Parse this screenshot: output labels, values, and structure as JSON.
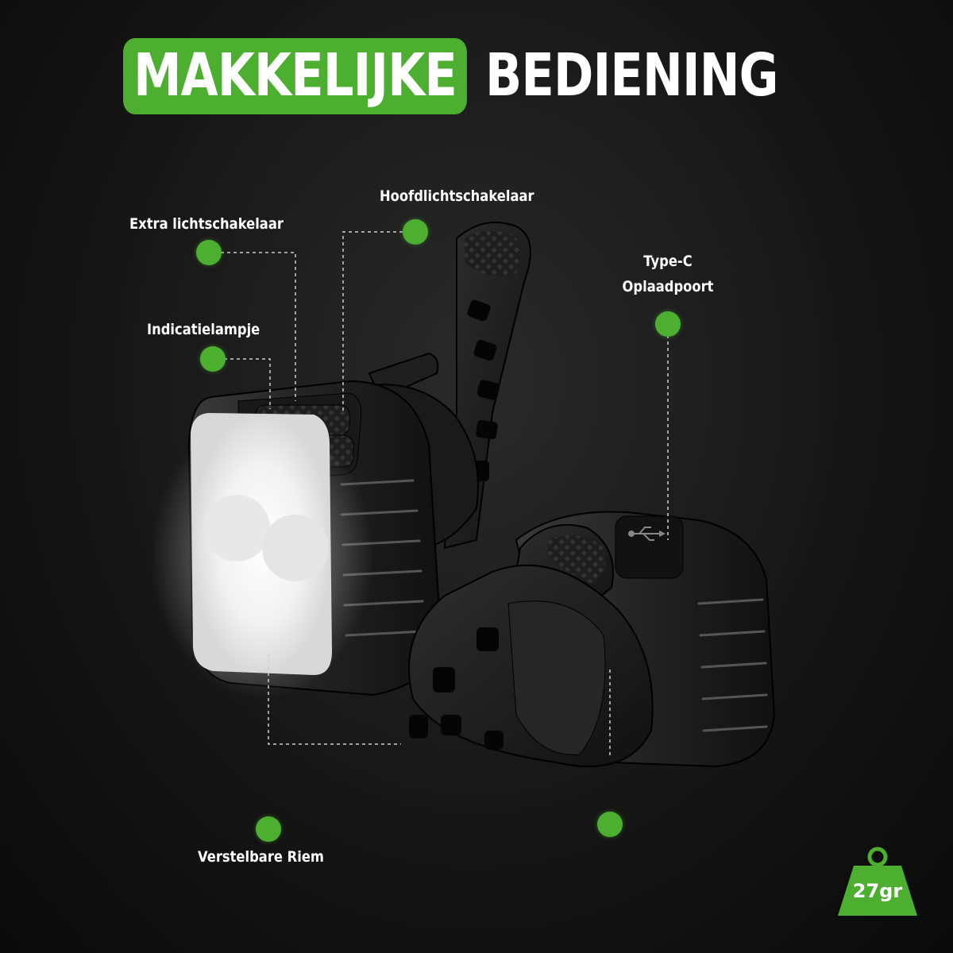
{
  "title": {
    "highlight": "MAKKELIJKE",
    "rest": "BEDIENING"
  },
  "labels": {
    "extra_switch": "Extra lichtschakelaar",
    "main_switch": "Hoofdlichtschakelaar",
    "indicator": "Indicatielampje",
    "type_c_line1": "Type-C",
    "type_c_line2": "Oplaadpoort",
    "strap": "Verstelbare Riem"
  },
  "weight": {
    "value": "27gr"
  },
  "colors": {
    "accent": "#4caf2f",
    "background": "#141414",
    "text": "#ffffff"
  },
  "icons": [
    "weight-icon",
    "usb-icon"
  ]
}
